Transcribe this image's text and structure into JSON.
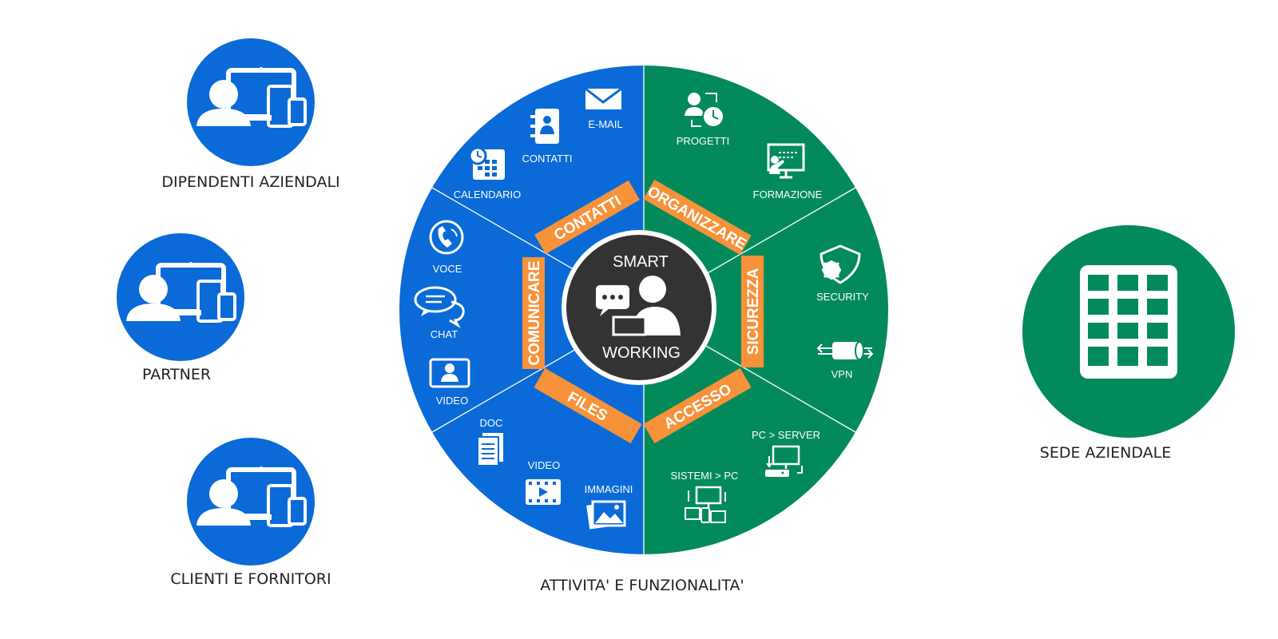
{
  "users": [
    {
      "label": "DIPENDENTI AZIENDALI"
    },
    {
      "label": "PARTNER"
    },
    {
      "label": "CLIENTI E FORNITORI"
    }
  ],
  "hub": {
    "top": "SMART",
    "bottom": "WORKING"
  },
  "categories": {
    "contatti": "CONTATTI",
    "organizzare": "ORGANIZZARE",
    "comunicare": "COMUNICARE",
    "sicurezza": "SICUREZZA",
    "files": "FILES",
    "accesso": "ACCESSO"
  },
  "features": {
    "email": "E-MAIL",
    "contatti": "CONTATTI",
    "calendario": "CALENDARIO",
    "voce": "VOCE",
    "chat": "CHAT",
    "video_com": "VIDEO",
    "doc": "DOC",
    "video_file": "VIDEO",
    "immagini": "IMMAGINI",
    "progetti": "PROGETTI",
    "formazione": "FORMAZIONE",
    "security": "SECURITY",
    "vpn": "VPN",
    "pc_server": "PC > SERVER",
    "sistemi_pc": "SISTEMI > PC"
  },
  "wheel_caption": "ATTIVITA' E FUNZIONALITA'",
  "hq": {
    "label": "SEDE AZIENDALE"
  },
  "colors": {
    "blue": "#0a6ad8",
    "green": "#028a5b",
    "orange": "#f7923a",
    "hub": "#333333"
  }
}
